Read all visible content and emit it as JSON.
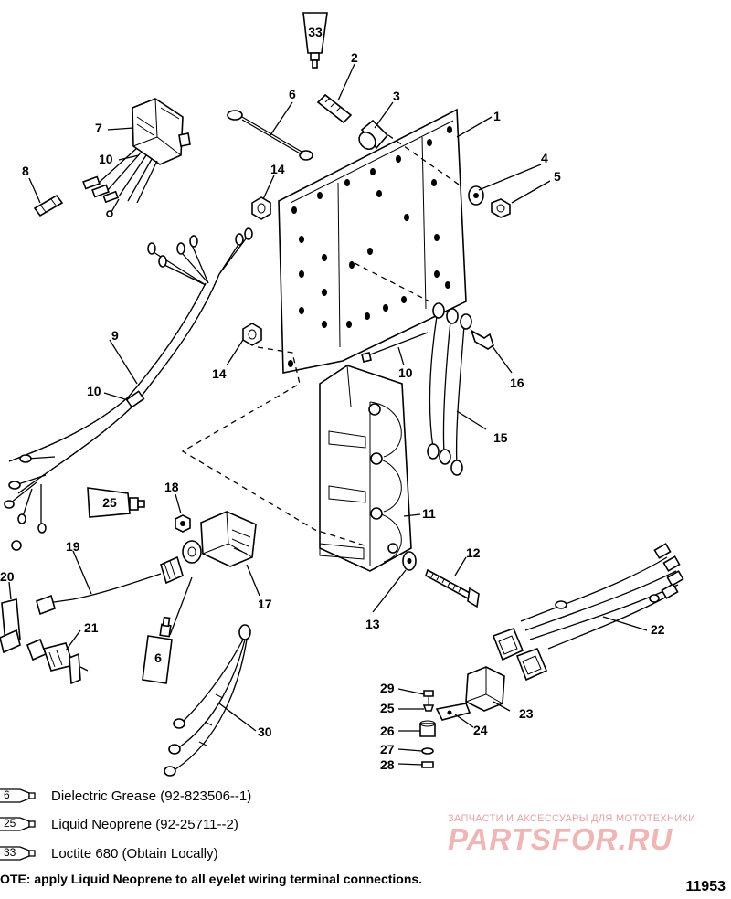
{
  "callouts": {
    "c1": "1",
    "c2": "2",
    "c3": "3",
    "c4": "4",
    "c5": "5",
    "c6": "6",
    "c7": "7",
    "c8": "8",
    "c9": "9",
    "c10a": "10",
    "c10b": "10",
    "c10c": "10",
    "c11": "11",
    "c12": "12",
    "c13": "13",
    "c14a": "14",
    "c14b": "14",
    "c15": "15",
    "c16": "16",
    "c17": "17",
    "c18": "18",
    "c19": "19",
    "c20": "20",
    "c21": "21",
    "c22": "22",
    "c23": "23",
    "c24": "24",
    "c25": "25",
    "c26": "26",
    "c27": "27",
    "c28": "28",
    "c29": "29",
    "c30": "30"
  },
  "tubes": {
    "t33": "33",
    "t25": "25",
    "t6": "6"
  },
  "legend": [
    {
      "code": "6",
      "text": "Dielectric Grease (92-823506--1)"
    },
    {
      "code": "25",
      "text": "Liquid Neoprene (92-25711--2)"
    },
    {
      "code": "33",
      "text": "Loctite 680 (Obtain Locally)"
    }
  ],
  "note": "OTE: apply Liquid Neoprene to all eyelet wiring terminal connections.",
  "figure_number": "11953",
  "watermark": {
    "line1": "ЗАПЧАСТИ И АКСЕССУАРЫ ДЛЯ МОТОТЕХНИКИ",
    "brand": "PARTSFOR.RU"
  }
}
